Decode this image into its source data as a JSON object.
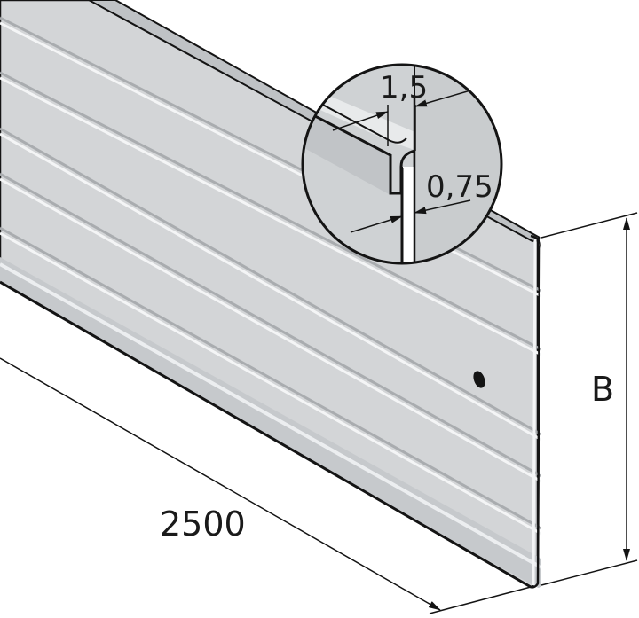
{
  "dimensions": {
    "length": "2500",
    "height": "B",
    "thickness_top": "1,5",
    "thickness_sheet": "0,75"
  },
  "colors": {
    "panel_face": "#d3d5d7",
    "panel_light": "#e3e5e7",
    "panel_shadow": "#a9acaf",
    "groove_highlight": "#f4f5f6",
    "outline": "#141414",
    "detail_bg": "#c9ccce"
  }
}
